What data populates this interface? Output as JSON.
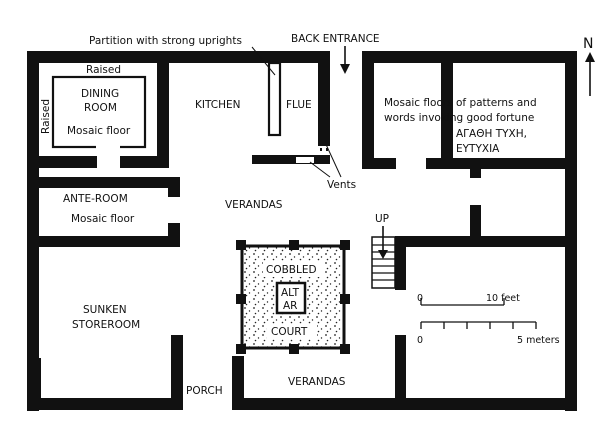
{
  "north": "N",
  "labels": {
    "partition": "Partition with strong uprights",
    "back_entrance": "BACK ENTRANCE",
    "raised_top": "Raised",
    "raised_side": "Raised",
    "dining_1": "DINING",
    "dining_2": "ROOM",
    "dining_floor": "Mosaic floor",
    "kitchen": "KITCHEN",
    "flue": "FLUE",
    "mosaic_1": "Mosaic floors of patterns and",
    "mosaic_2": "words invoking good fortune",
    "mosaic_3": "ΑΓΑΘΗ ΤΥΧΗ,",
    "mosaic_4": "ΕΥΤΥΧΙΑ",
    "vents": "Vents",
    "anteroom": "ANTE-ROOM",
    "anteroom_floor": "Mosaic floor",
    "verandas_top": "VERANDAS",
    "up": "UP",
    "cobbled": "COBBLED",
    "altar_1": "ALT",
    "altar_2": "AR",
    "court": "COURT",
    "sunken_1": "SUNKEN",
    "sunken_2": "STOREROOM",
    "porch": "PORCH",
    "verandas_bottom": "VERANDAS"
  },
  "scale": {
    "feet_start": "0",
    "feet_end": "10 feet",
    "meters_start": "0",
    "meters_end": "5 meters"
  }
}
